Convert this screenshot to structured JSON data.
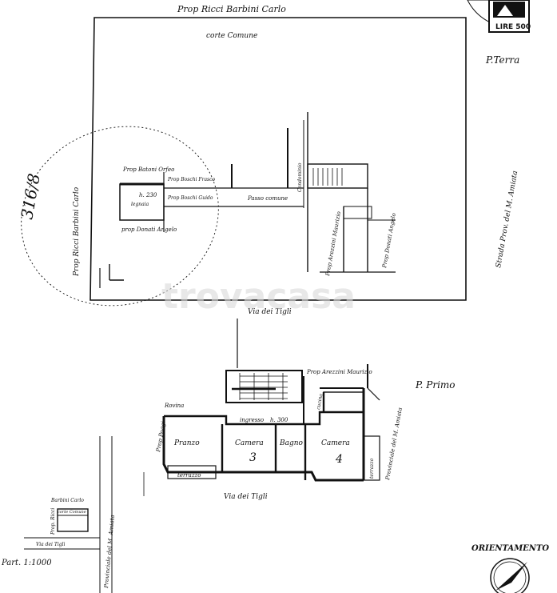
{
  "ground_floor": {
    "top_owner": "Prop Ricci Barbini Carlo",
    "courtyard": "corte Comune",
    "floor_label": "P.Terra",
    "left_owner": "Prop Ricci Barbini Carlo",
    "parcel_note": "316/8",
    "owner_batoni": "Prop Batoni Orfeo",
    "owner_boschi_frasco": "Prop Boschi Frasco",
    "owner_boschi_guido": "Prop Boschi Guido",
    "room_height": "h. 230",
    "room_use": "legnaia",
    "owner_donati": "prop Donati Angelo",
    "passage": "Passo comune",
    "condominio": "Condominio",
    "owner_arezzini": "Prop Arezzini Maurizio",
    "owner_donati_right": "Prop Donati Angelo",
    "road_right": "Strada Prov. del M. Amiata",
    "street_bottom": "Via dei Tigli"
  },
  "first_floor": {
    "floor_label": "P. Primo",
    "owner_arezzini": "Prop Arezzini Maurizio",
    "rovina": "Rovina",
    "owner_poggi": "Prop Poggi",
    "ingresso": "ingresso",
    "height": "h. 300",
    "room_pranzo": "Pranzo",
    "room_camera1": "Camera",
    "room_bagno": "Bagno",
    "room_camera2": "Camera",
    "room_number_3": "3",
    "room_number_4": "4",
    "cucina": "cucina",
    "terrazzo_bottom": "terrazzo",
    "terrazzo_right": "terrazzo",
    "road_right": "Provinciale del M. Amiata",
    "street_bottom": "Via dei Tigli"
  },
  "location_map": {
    "owner": "Barbini Carlo",
    "corte": "corte Comune",
    "prop_ricci": "Prop. Ricci",
    "street": "Via dei Tigli",
    "road": "Provinciale del M. Amiata",
    "scale": "Part. 1:1000"
  },
  "orientation_label": "ORIENTAMENTO",
  "stamp_text": "LIRE 500",
  "watermark": "trovacasa"
}
